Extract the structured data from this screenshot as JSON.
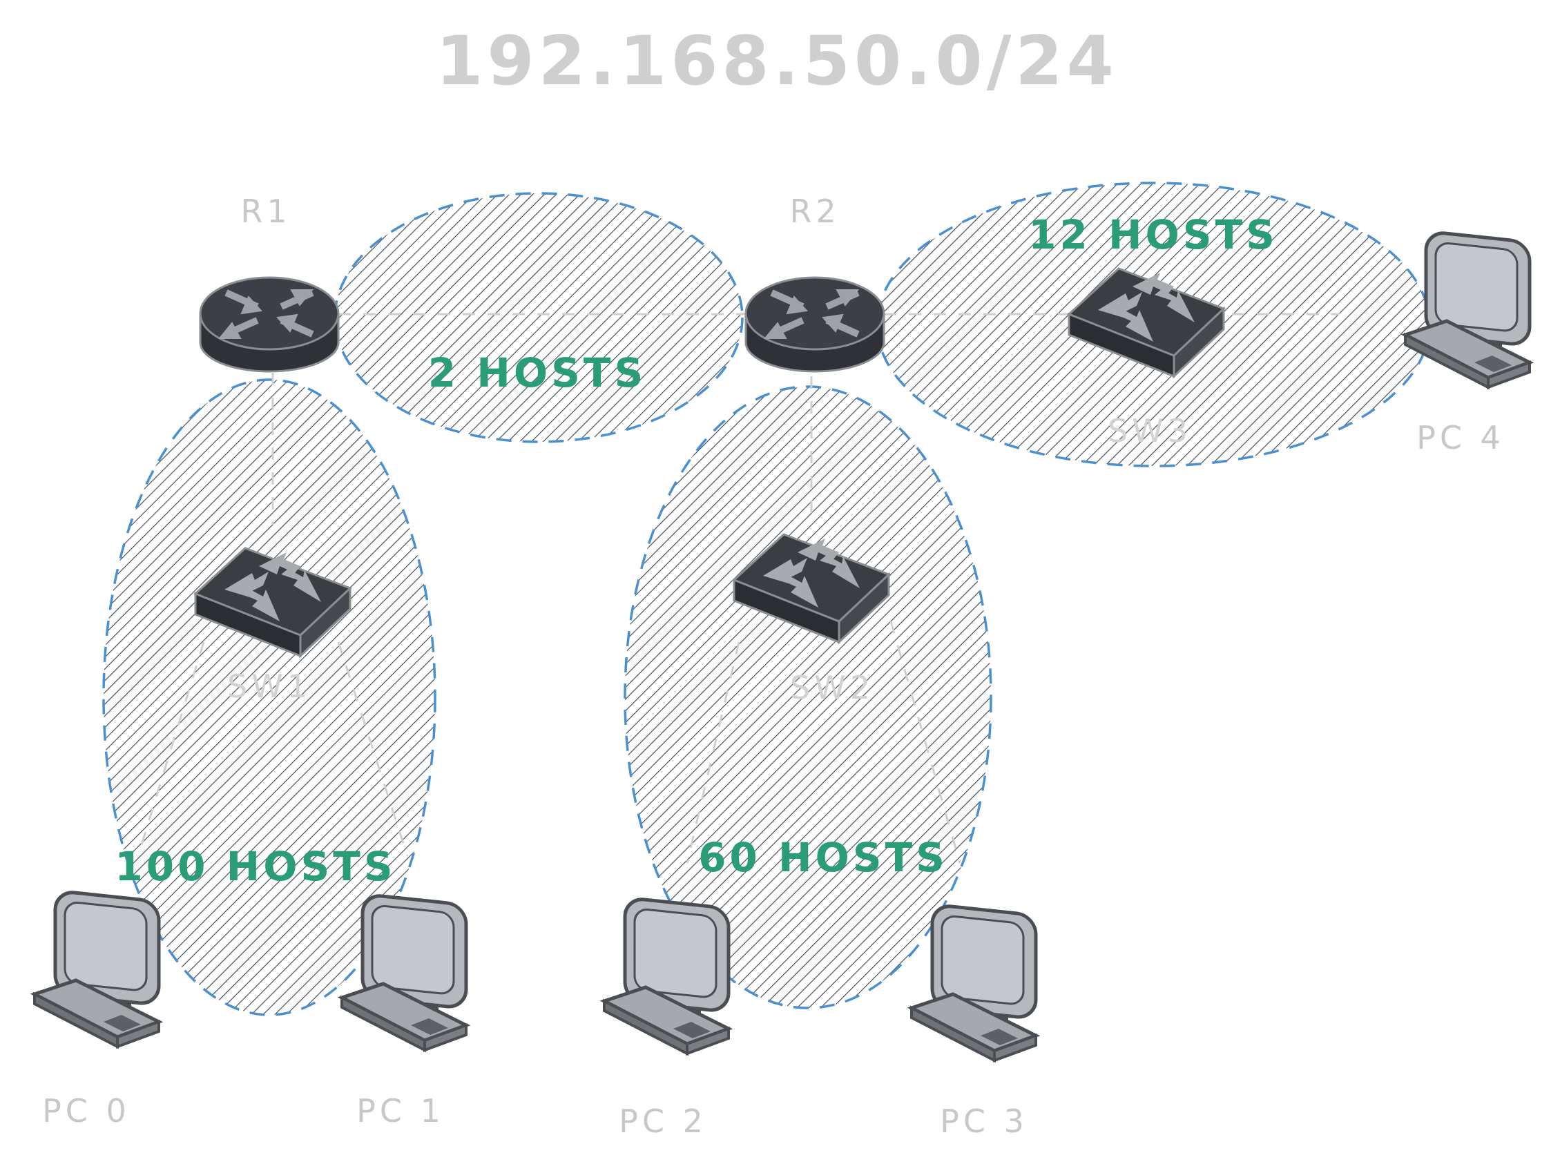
{
  "title": "192.168.50.0/24",
  "routers": [
    {
      "id": "r1",
      "label": "R1"
    },
    {
      "id": "r2",
      "label": "R2"
    }
  ],
  "switches": [
    {
      "id": "sw1",
      "label": "SW1"
    },
    {
      "id": "sw2",
      "label": "SW2"
    },
    {
      "id": "sw3",
      "label": "SW3"
    }
  ],
  "pcs": [
    {
      "id": "pc0",
      "label": "PC 0"
    },
    {
      "id": "pc1",
      "label": "PC 1"
    },
    {
      "id": "pc2",
      "label": "PC 2"
    },
    {
      "id": "pc3",
      "label": "PC 3"
    },
    {
      "id": "pc4",
      "label": "PC 4"
    }
  ],
  "subnets": [
    {
      "id": "sw1-lan",
      "hosts_label": "100 HOSTS"
    },
    {
      "id": "r1-r2-link",
      "hosts_label": "2 HOSTS"
    },
    {
      "id": "sw2-lan",
      "hosts_label": "60 HOSTS"
    },
    {
      "id": "sw3-lan",
      "hosts_label": "12 HOSTS"
    }
  ],
  "colors": {
    "device_dark": "#3a3d42",
    "pc_gray": "#b5b8bc",
    "zone_stroke": "#4a90d0",
    "hosts_text": "#2a9d78",
    "label_text": "#c8c8c8"
  }
}
